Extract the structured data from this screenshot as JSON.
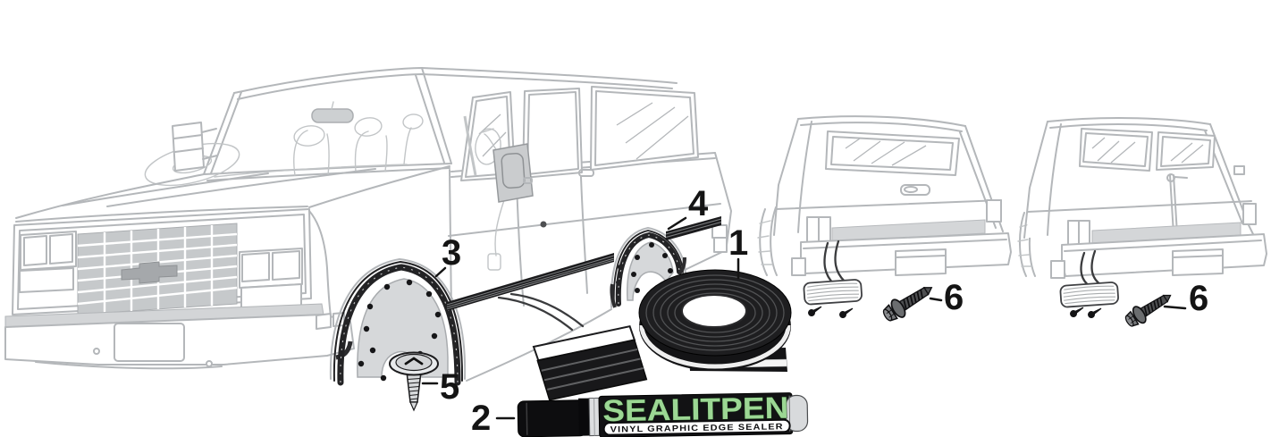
{
  "callouts": {
    "part1": "1",
    "part2": "2",
    "part3": "3",
    "part4": "4",
    "part5": "5",
    "part6": "6"
  },
  "pen": {
    "brand": "SEALITPEN",
    "subtitle": "VINYL GRAPHIC EDGE SEALER",
    "brand_color": "#9cd794"
  },
  "colors": {
    "background": "#ffffff",
    "line_art": "#b4b7ba",
    "panel_fill": "#d6d8da",
    "part_black": "#1b1b1d",
    "callout_text": "#141414"
  }
}
